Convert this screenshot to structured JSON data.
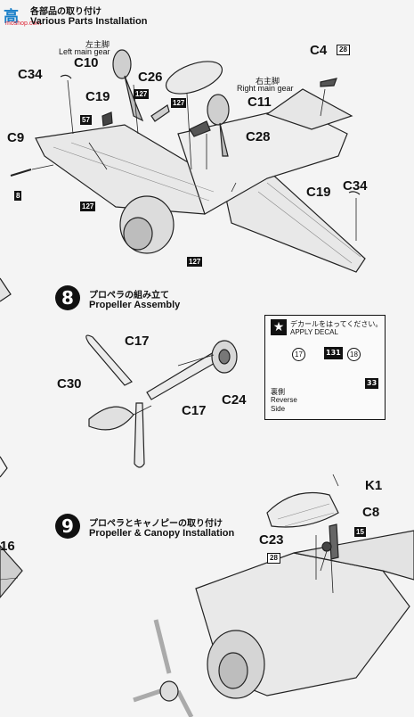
{
  "watermark": {
    "main": "高",
    "sub": "moshop.com"
  },
  "step7": {
    "title_jp": "各部品の取り付け",
    "title_en": "Various Parts Installation",
    "left_gear_jp": "左主脚",
    "left_gear_en": "Left main gear",
    "right_gear_jp": "右主脚",
    "right_gear_en": "Right main gear",
    "parts": {
      "c34_left": "C34",
      "c10": "C10",
      "c26": "C26",
      "c4": "C4",
      "c19_top": "C19",
      "c11": "C11",
      "c9": "C9",
      "c28": "C28",
      "c19_right": "C19",
      "c34_right": "C34"
    },
    "badges": {
      "b28_top": "28",
      "b57": "57",
      "b127_a": "127",
      "b127_b": "127",
      "b127_c": "127",
      "b127_d": "127",
      "b8": "8"
    }
  },
  "step8": {
    "number": "8",
    "title_jp": "プロペラの組み立て",
    "title_en": "Propeller Assembly",
    "parts": {
      "c17_top": "C17",
      "c30": "C30",
      "c24": "C24",
      "c17_bottom": "C17"
    },
    "decal": {
      "jp": "デカールをはってください。",
      "en": "APPLY DECAL",
      "n17": "17",
      "n131": "131",
      "n18": "18",
      "n33": "33",
      "reverse_jp": "裏側",
      "reverse_en1": "Reverse",
      "reverse_en2": "Side"
    }
  },
  "step9": {
    "number": "9",
    "title_jp": "プロペラとキャノピーの取り付け",
    "title_en": "Propeller & Canopy Installation",
    "parts": {
      "k1": "K1",
      "c8": "C8",
      "c23": "C23",
      "c16": "16"
    },
    "badges": {
      "b15": "15",
      "b28": "28"
    }
  }
}
